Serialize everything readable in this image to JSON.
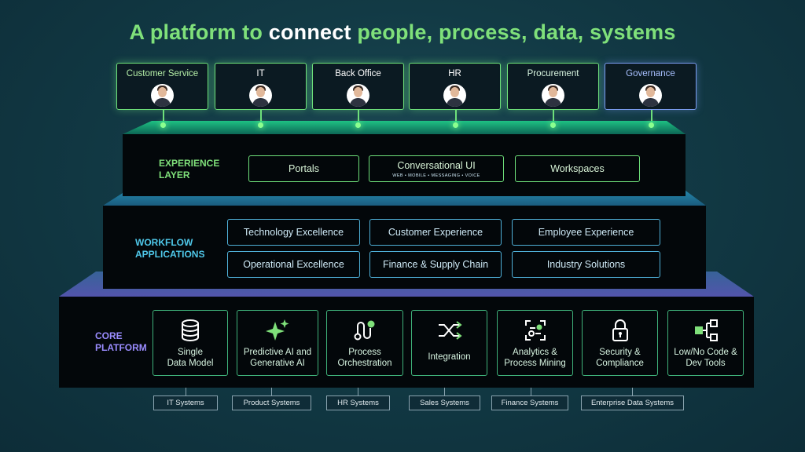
{
  "title": {
    "part1": "A platform to ",
    "highlight": "connect",
    "part2": " people, process, data, systems"
  },
  "personas": [
    {
      "label": "Customer Service"
    },
    {
      "label": "IT"
    },
    {
      "label": "Back Office"
    },
    {
      "label": "HR"
    },
    {
      "label": "Procurement"
    },
    {
      "label": "Governance"
    }
  ],
  "experience": {
    "label_line1": "EXPERIENCE",
    "label_line2": "LAYER",
    "items": [
      "Portals",
      "Conversational UI",
      "Workspaces"
    ],
    "conversational_sub": "WEB  •  MOBILE  •  MESSAGING  •  VOICE"
  },
  "workflow": {
    "label_line1": "WORKFLOW",
    "label_line2": "APPLICATIONS",
    "items": [
      "Technology Excellence",
      "Customer Experience",
      "Employee Experience",
      "Operational Excellence",
      "Finance & Supply Chain",
      "Industry Solutions"
    ]
  },
  "core": {
    "label_line1": "CORE",
    "label_line2": "PLATFORM",
    "items": [
      {
        "line1": "Single",
        "line2": "Data Model",
        "icon": "database-icon"
      },
      {
        "line1": "Predictive AI and",
        "line2": "Generative AI",
        "icon": "sparkle-icon"
      },
      {
        "line1": "Process",
        "line2": "Orchestration",
        "icon": "flow-icon"
      },
      {
        "line1": "Integration",
        "line2": "",
        "icon": "shuffle-icon"
      },
      {
        "line1": "Analytics &",
        "line2": "Process Mining",
        "icon": "analytics-icon"
      },
      {
        "line1": "Security &",
        "line2": "Compliance",
        "icon": "lock-icon"
      },
      {
        "line1": "Low/No Code &",
        "line2": "Dev Tools",
        "icon": "nodes-icon"
      }
    ]
  },
  "systems": [
    "IT Systems",
    "Product Systems",
    "HR Systems",
    "Sales Systems",
    "Finance Systems",
    "Enterprise Data Systems"
  ],
  "colors": {
    "green": "#6ee07a",
    "cyan": "#4fb0d8",
    "violet": "#9a8cff",
    "background": "#123a45"
  }
}
